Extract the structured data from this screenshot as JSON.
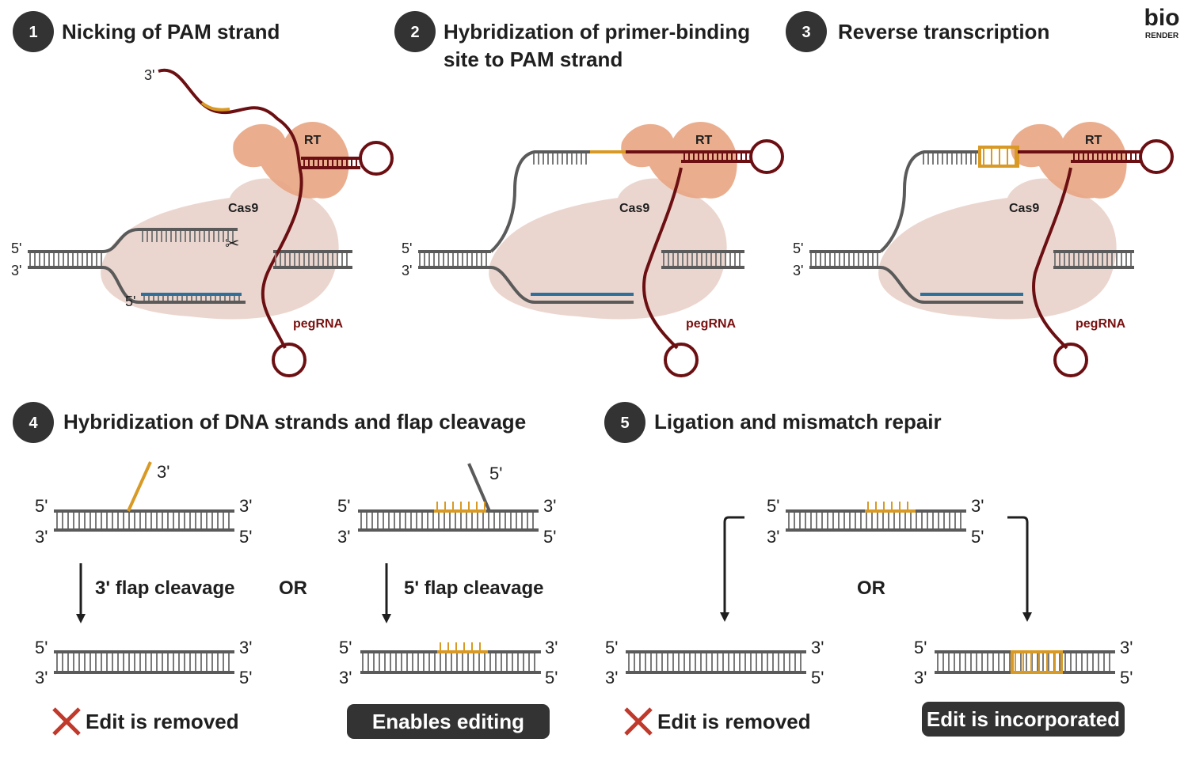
{
  "logo": {
    "top": "bio",
    "bottom": "RENDER"
  },
  "steps": [
    {
      "num": "1",
      "title_line1": "Nicking of PAM strand",
      "title_line2": ""
    },
    {
      "num": "2",
      "title_line1": "Hybridization of primer-binding",
      "title_line2": "site to PAM strand"
    },
    {
      "num": "3",
      "title_line1": "Reverse transcription",
      "title_line2": ""
    },
    {
      "num": "4",
      "title_line1": "Hybridization of DNA strands and flap cleavage",
      "title_line2": ""
    },
    {
      "num": "5",
      "title_line1": "Ligation and mismatch repair",
      "title_line2": ""
    }
  ],
  "labels": {
    "rt": "RT",
    "cas9": "Cas9",
    "pegrna": "pegRNA"
  },
  "ends": {
    "five": "5'",
    "three": "3'"
  },
  "step4": {
    "left_arrow": "3' flap cleavage",
    "or": "OR",
    "right_arrow": "5' flap cleavage",
    "left_result": "Edit is removed",
    "right_result": "Enables editing"
  },
  "step5": {
    "or": "OR",
    "left_result": "Edit is removed",
    "right_result": "Edit is incorporated"
  },
  "colors": {
    "dark": "#333333",
    "dna": "#5a5a5a",
    "peg": "#6b0f12",
    "edit": "#d89a25",
    "guide": "#2f6f9a",
    "cas9": "#e8cfc7",
    "rt": "#e8a583",
    "cross": "#c0392b",
    "badge": "#333333"
  }
}
